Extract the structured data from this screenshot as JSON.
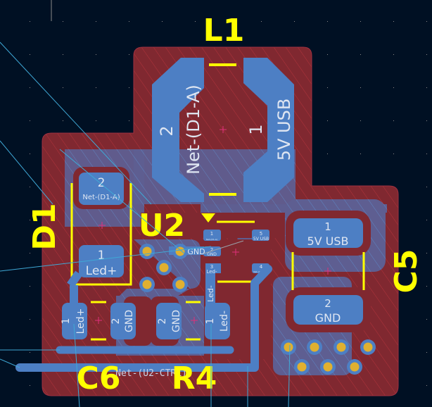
{
  "app": {
    "view": "PCB layout editor canvas"
  },
  "colors": {
    "background": "#001023",
    "copper_front": "#802830",
    "copper_back_pad": "#4d7fc4",
    "zone_back": "#5e5e91",
    "silkscreen": "#ffff00",
    "ratsnest": "#3fa9d6",
    "via_ring": "#4d7fc4",
    "via_hole": "#e0b030",
    "anchor": "#e0307a",
    "grid": "#8a8a8a"
  },
  "components": [
    {
      "ref": "L1",
      "pads": [
        {
          "num": "2",
          "net": "Net-(D1-A)"
        },
        {
          "num": "1",
          "net": "5V USB"
        }
      ]
    },
    {
      "ref": "D1",
      "pads": [
        {
          "num": "2",
          "net": "Net-(D1-A)"
        },
        {
          "num": "1",
          "net": "Led+"
        }
      ]
    },
    {
      "ref": "U2",
      "pads": [
        {
          "num": "1",
          "net": "Net-(D1-A)"
        },
        {
          "num": "2",
          "net": "GND"
        },
        {
          "num": "3",
          "net": "Led-"
        },
        {
          "num": "4",
          "net": "Net-(U2-CTRL)"
        },
        {
          "num": "5",
          "net": "5V USB"
        }
      ]
    },
    {
      "ref": "C5",
      "pads": [
        {
          "num": "1",
          "net": "5V USB"
        },
        {
          "num": "2",
          "net": "GND"
        }
      ]
    },
    {
      "ref": "C6",
      "pads": [
        {
          "num": "1",
          "net": "Led+"
        },
        {
          "num": "2",
          "net": "GND"
        }
      ]
    },
    {
      "ref": "R4",
      "pads": [
        {
          "num": "2",
          "net": "GND"
        },
        {
          "num": "1",
          "net": "Led-"
        }
      ]
    }
  ],
  "labels": {
    "L1": "L1",
    "D1": "D1",
    "U2": "U2",
    "C5": "C5",
    "C6": "C6",
    "R4": "R4",
    "l1_pad2_num": "2",
    "l1_pad2_net": "Net-(D1-A)",
    "l1_pad1_num": "1",
    "l1_pad1_net": "5V USB",
    "d1_pad2_num": "2",
    "d1_pad2_net": "Net-(D1-A)",
    "d1_pad1_num": "1",
    "d1_pad1_net": "Led+",
    "u2_pad1_num": "1",
    "u2_pad1_net": "Net-(D1-A)",
    "u2_pad2_num": "2",
    "u2_pad2_net": "GND",
    "u2_pad3_num": "3",
    "u2_pad3_net": "Led-",
    "u2_pad4_num": "4",
    "u2_pad4_net": "Net-(U2-CTRL)",
    "u2_pad5_num": "5",
    "u2_pad5_net": "5V USB",
    "c5_pad1_num": "1",
    "c5_pad1_net": "5V USB",
    "c5_pad2_num": "2",
    "c5_pad2_net": "GND",
    "c6_pad1_num": "1",
    "c6_pad1_net": "Led+",
    "c6_pad2_num": "2",
    "c6_pad2_net": "GND",
    "r4_pad2_num": "2",
    "r4_pad2_net": "GND",
    "r4_pad1_num": "1",
    "r4_pad1_net": "Led-",
    "track_gnd_label": "GND",
    "track_led_minus_label": "Led-",
    "track_ctrl_label": "Net-(U2-CTRL)"
  }
}
